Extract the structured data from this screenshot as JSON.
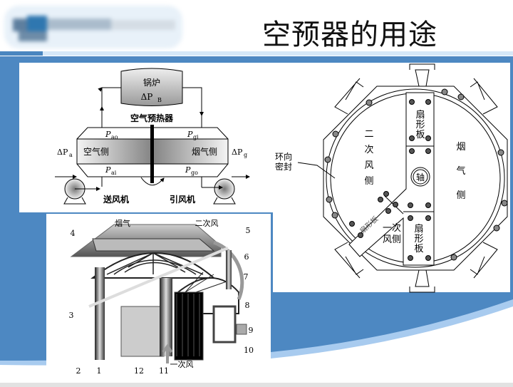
{
  "slide": {
    "title": "空预器的用途"
  },
  "colors": {
    "accent_blue": "#4d88c2",
    "light_blue": "#a8cbef",
    "stripe": "#d6e8f8"
  },
  "diagram_pressure": {
    "boiler": "锅炉",
    "boiler_dp": "ΔP",
    "boiler_dp_sub": "B",
    "heater": "空气预热器",
    "p_ao": "P",
    "p_ao_sub": "ao",
    "p_gi": "P",
    "p_gi_sub": "gi",
    "p_ai": "P",
    "p_ai_sub": "ai",
    "p_go": "P",
    "p_go_sub": "go",
    "dp_a": "ΔP",
    "dp_a_sub": "a",
    "dp_g": "ΔP",
    "dp_g_sub": "g",
    "air_side": "空气侧",
    "gas_side": "烟气侧",
    "fd_fan": "送风机",
    "id_fan": "引风机"
  },
  "diagram_section": {
    "sector_plate_top": [
      "扇",
      "形",
      "板"
    ],
    "sector_plate_bottom": [
      "扇",
      "形",
      "板"
    ],
    "sector_plate_angled": "扇形板",
    "secondary_air_side": [
      "二",
      "次",
      "风",
      "侧"
    ],
    "gas_side": [
      "烟",
      "气",
      "侧"
    ],
    "shaft": "轴",
    "primary_air_side": [
      "一次",
      "风侧"
    ],
    "ring_seal": [
      "环向",
      "密封"
    ]
  },
  "diagram_3d": {
    "gas": "烟气",
    "secondary_air": "二次风",
    "primary_air": "一次风",
    "numbers": [
      "1",
      "2",
      "3",
      "4",
      "5",
      "6",
      "7",
      "8",
      "9",
      "10",
      "11",
      "12"
    ]
  }
}
